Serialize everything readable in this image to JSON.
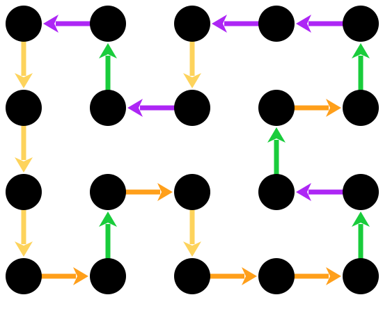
{
  "colors": {
    "background": "#ffffff",
    "node": "#000000",
    "down": "#fdd35c",
    "up": "#19cc3b",
    "left": "#ad26f5",
    "right": "#ff9f1a"
  },
  "grid": {
    "columns": 5,
    "rows": 4
  },
  "nodes": [
    {
      "col": 0,
      "row": 0
    },
    {
      "col": 1,
      "row": 0
    },
    {
      "col": 2,
      "row": 0
    },
    {
      "col": 3,
      "row": 0
    },
    {
      "col": 4,
      "row": 0
    },
    {
      "col": 0,
      "row": 1
    },
    {
      "col": 1,
      "row": 1
    },
    {
      "col": 2,
      "row": 1
    },
    {
      "col": 3,
      "row": 1
    },
    {
      "col": 4,
      "row": 1
    },
    {
      "col": 0,
      "row": 2
    },
    {
      "col": 1,
      "row": 2
    },
    {
      "col": 2,
      "row": 2
    },
    {
      "col": 3,
      "row": 2
    },
    {
      "col": 4,
      "row": 2
    },
    {
      "col": 0,
      "row": 3
    },
    {
      "col": 1,
      "row": 3
    },
    {
      "col": 2,
      "row": 3
    },
    {
      "col": 3,
      "row": 3
    },
    {
      "col": 4,
      "row": 3
    }
  ],
  "arrows": [
    {
      "from": [
        1,
        0
      ],
      "to": [
        0,
        0
      ],
      "direction": "left"
    },
    {
      "from": [
        4,
        0
      ],
      "to": [
        3,
        0
      ],
      "direction": "left"
    },
    {
      "from": [
        3,
        0
      ],
      "to": [
        2,
        0
      ],
      "direction": "left"
    },
    {
      "from": [
        0,
        0
      ],
      "to": [
        0,
        1
      ],
      "direction": "down"
    },
    {
      "from": [
        1,
        1
      ],
      "to": [
        1,
        0
      ],
      "direction": "up"
    },
    {
      "from": [
        2,
        0
      ],
      "to": [
        2,
        1
      ],
      "direction": "down"
    },
    {
      "from": [
        4,
        1
      ],
      "to": [
        4,
        0
      ],
      "direction": "up"
    },
    {
      "from": [
        2,
        1
      ],
      "to": [
        1,
        1
      ],
      "direction": "left"
    },
    {
      "from": [
        3,
        1
      ],
      "to": [
        4,
        1
      ],
      "direction": "right"
    },
    {
      "from": [
        0,
        1
      ],
      "to": [
        0,
        2
      ],
      "direction": "down"
    },
    {
      "from": [
        3,
        2
      ],
      "to": [
        3,
        1
      ],
      "direction": "up"
    },
    {
      "from": [
        1,
        2
      ],
      "to": [
        2,
        2
      ],
      "direction": "right"
    },
    {
      "from": [
        4,
        2
      ],
      "to": [
        3,
        2
      ],
      "direction": "left"
    },
    {
      "from": [
        0,
        2
      ],
      "to": [
        0,
        3
      ],
      "direction": "down"
    },
    {
      "from": [
        1,
        3
      ],
      "to": [
        1,
        2
      ],
      "direction": "up"
    },
    {
      "from": [
        2,
        2
      ],
      "to": [
        2,
        3
      ],
      "direction": "down"
    },
    {
      "from": [
        4,
        3
      ],
      "to": [
        4,
        2
      ],
      "direction": "up"
    },
    {
      "from": [
        0,
        3
      ],
      "to": [
        1,
        3
      ],
      "direction": "right"
    },
    {
      "from": [
        2,
        3
      ],
      "to": [
        3,
        3
      ],
      "direction": "right"
    },
    {
      "from": [
        3,
        3
      ],
      "to": [
        4,
        3
      ],
      "direction": "right"
    }
  ]
}
